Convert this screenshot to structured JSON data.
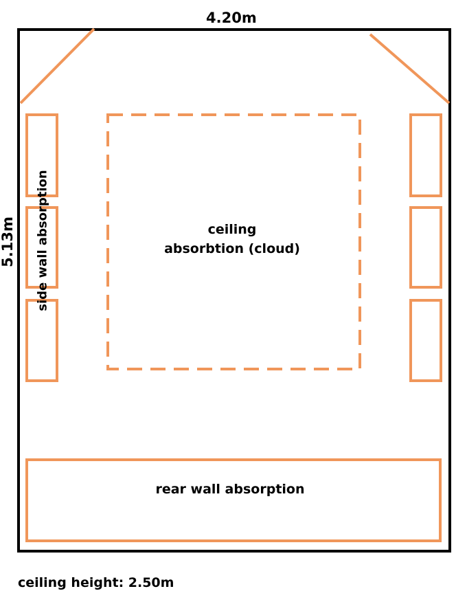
{
  "dimensions": {
    "width": "4.20m",
    "depth": "5.13m",
    "ceiling_height": "ceiling height: 2.50m"
  },
  "labels": {
    "side_wall": "side wall absorption",
    "ceiling_line1": "ceiling",
    "ceiling_line2": "absorbtion (cloud)",
    "rear_wall": "rear wall absorption"
  },
  "colors": {
    "room_outline": "#000000",
    "absorption": "#f0965a",
    "text": "#000000"
  }
}
